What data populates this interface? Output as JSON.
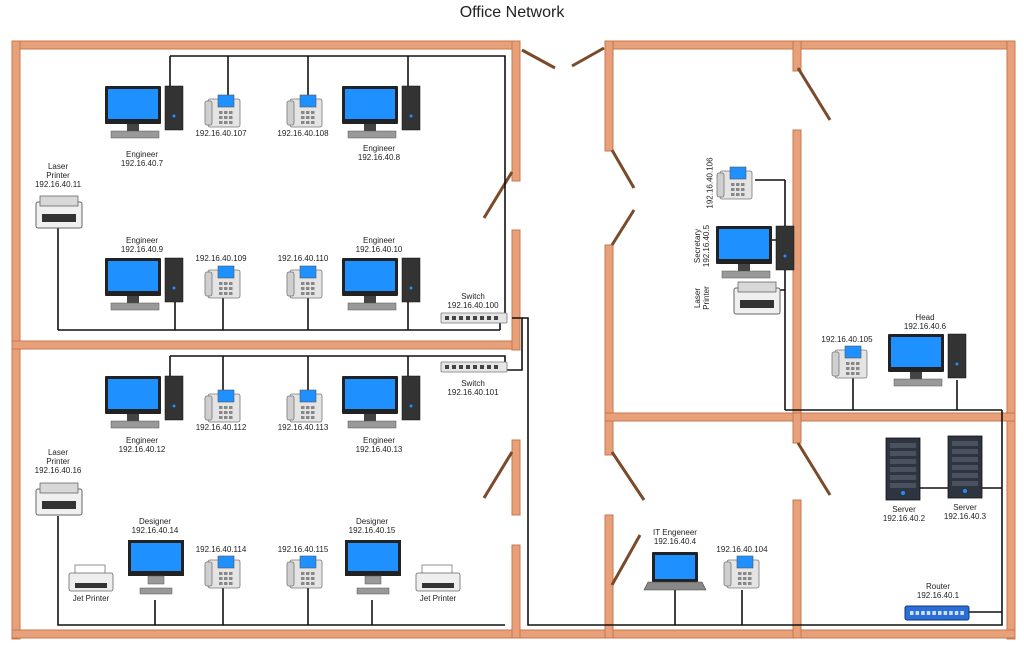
{
  "title": "Office Network",
  "colors": {
    "wall": "#e8a07a",
    "wall_line": "#c7774d",
    "cable": "#111111",
    "screen": "#1e90ff",
    "door": "#7a4a2a"
  },
  "devices": {
    "eng7": {
      "role": "Engineer",
      "ip": "192.16.40.7",
      "icon": "desktop-computer-icon"
    },
    "eng8": {
      "role": "Engineer",
      "ip": "192.16.40.8",
      "icon": "desktop-computer-icon"
    },
    "eng9": {
      "role": "Engineer",
      "ip": "192.16.40.9",
      "icon": "desktop-computer-icon"
    },
    "eng10": {
      "role": "Engineer",
      "ip": "192.16.40.10",
      "icon": "desktop-computer-icon"
    },
    "eng12": {
      "role": "Engineer",
      "ip": "192.16.40.12",
      "icon": "desktop-computer-icon"
    },
    "eng13": {
      "role": "Engineer",
      "ip": "192.16.40.13",
      "icon": "desktop-computer-icon"
    },
    "des14": {
      "role": "Designer",
      "ip": "192.16.40.14",
      "icon": "desktop-computer-icon"
    },
    "des15": {
      "role": "Designer",
      "ip": "192.16.40.15",
      "icon": "desktop-computer-icon"
    },
    "ph107": {
      "ip": "192.16.40.107",
      "icon": "ip-phone-icon"
    },
    "ph108": {
      "ip": "192.16.40.108",
      "icon": "ip-phone-icon"
    },
    "ph109": {
      "ip": "192.16.40.109",
      "icon": "ip-phone-icon"
    },
    "ph110": {
      "ip": "192.16.40.110",
      "icon": "ip-phone-icon"
    },
    "ph112": {
      "ip": "192.16.40.112",
      "icon": "ip-phone-icon"
    },
    "ph113": {
      "ip": "192.16.40.113",
      "icon": "ip-phone-icon"
    },
    "ph114": {
      "ip": "192.16.40.114",
      "icon": "ip-phone-icon"
    },
    "ph115": {
      "ip": "192.16.40.115",
      "icon": "ip-phone-icon"
    },
    "ph105": {
      "ip": "192.16.40.105",
      "icon": "ip-phone-icon"
    },
    "ph104": {
      "ip": "192.16.40.104",
      "icon": "ip-phone-icon"
    },
    "ph106": {
      "ip": "192.16.40.106",
      "icon": "ip-phone-icon"
    },
    "lp11": {
      "role": "Laser",
      "role2": "Printer",
      "ip": "192.16.40.11",
      "icon": "laser-printer-icon"
    },
    "lp16": {
      "role": "Laser",
      "role2": "Printer",
      "ip": "192.16.40.16",
      "icon": "laser-printer-icon"
    },
    "lpsec": {
      "role": "Laser",
      "role2": "Printer",
      "icon": "laser-printer-icon"
    },
    "jp1": {
      "role": "Jet Printer",
      "icon": "jet-printer-icon"
    },
    "jp2": {
      "role": "Jet Printer",
      "icon": "jet-printer-icon"
    },
    "sec": {
      "role": "Secretary",
      "ip": "192.16.40.5",
      "icon": "desktop-computer-icon"
    },
    "head": {
      "role": "Head",
      "ip": "192.16.40.6",
      "icon": "desktop-computer-icon"
    },
    "it": {
      "role": "IT Engeneer",
      "ip": "192.16.40.4",
      "icon": "laptop-icon"
    },
    "srv2": {
      "role": "Server",
      "ip": "192.16.40.2",
      "icon": "server-tower-icon"
    },
    "srv3": {
      "role": "Server",
      "ip": "192.16.40.3",
      "icon": "server-tower-icon"
    },
    "sw100": {
      "role": "Switch",
      "ip": "192.16.40.100",
      "icon": "network-switch-icon"
    },
    "sw101": {
      "role": "Switch",
      "ip": "192.16.40.101",
      "icon": "network-switch-icon"
    },
    "router": {
      "role": "Router",
      "ip": "192.16.40.1",
      "icon": "router-icon"
    }
  }
}
